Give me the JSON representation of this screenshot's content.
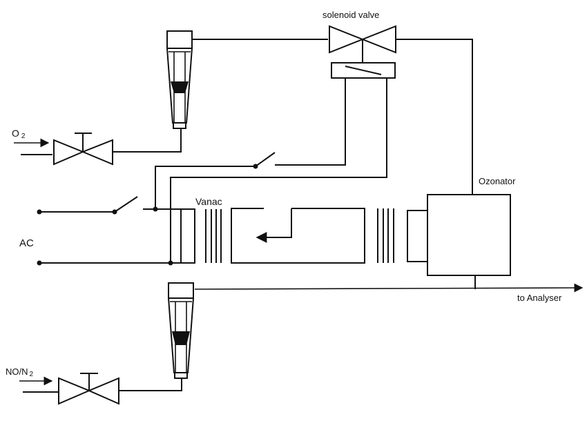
{
  "labels": {
    "solenoid_valve": "solenoid valve",
    "o2": "O",
    "o2_sub": "2",
    "vanac": "Vanac",
    "ac": "AC",
    "ozonator": "Ozonator",
    "to_analyser": "to Analyser",
    "no_n2": "NO/N",
    "no_n2_sub": "2"
  },
  "colors": {
    "ink": "#111111",
    "background": "#ffffff"
  }
}
